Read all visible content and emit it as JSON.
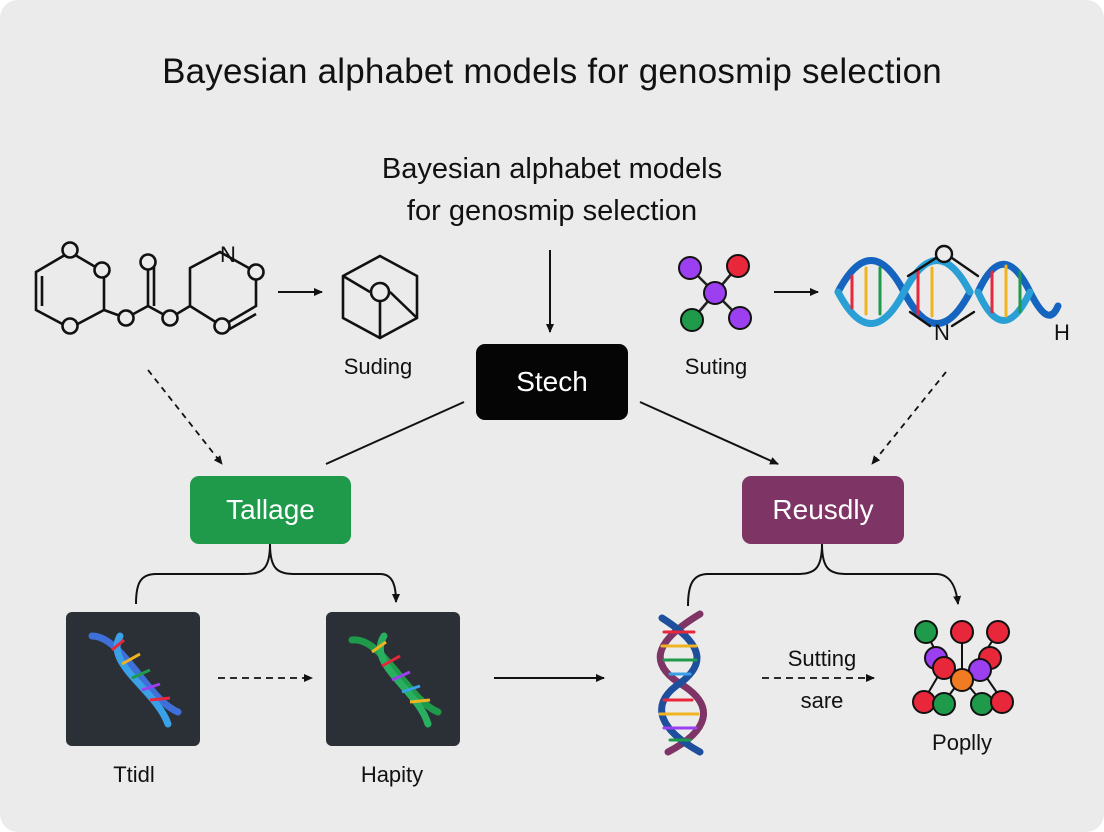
{
  "title": "Bayesian alphabet models for genosmip selection",
  "subtitle_line1": "Bayesian alphabet models",
  "subtitle_line2": "for genosmip selection",
  "nodes": {
    "stech": "Stech",
    "tallage": "Tallage",
    "reusdly": "Reusdly"
  },
  "labels": {
    "suding": "Suding",
    "suting": "Suting",
    "ttidl": "Ttidl",
    "hapity": "Hapity",
    "poplly": "Poplly"
  },
  "edge_label_line1": "Sutting",
  "edge_label_line2": "sare",
  "atom_labels": {
    "n": "N",
    "h": "H"
  },
  "colors": {
    "stech": "#050505",
    "tallage": "#1e9a4a",
    "reusdly": "#7e3565",
    "tile": "#2b2f36",
    "background": "#ebebeb"
  }
}
